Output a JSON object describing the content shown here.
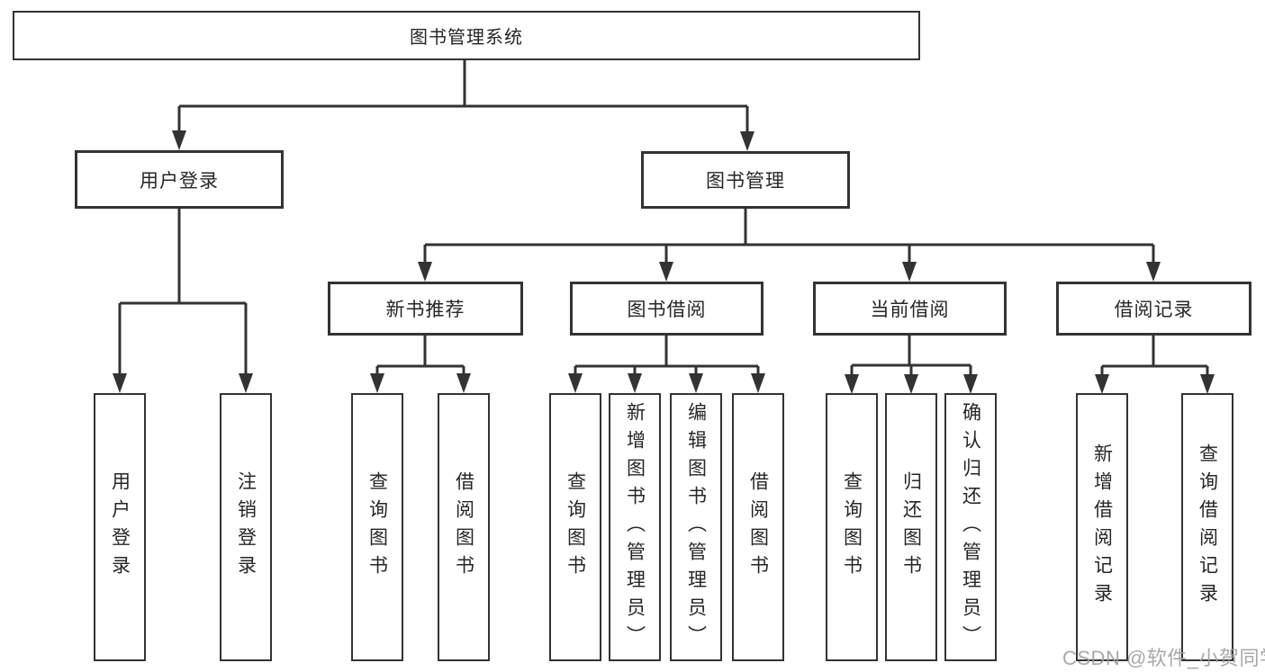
{
  "diagram": {
    "type": "hierarchy",
    "title": "图书管理系统",
    "children": [
      {
        "label": "用户登录",
        "children": [
          {
            "label": "用户登录"
          },
          {
            "label": "注销登录"
          }
        ]
      },
      {
        "label": "图书管理",
        "children": [
          {
            "label": "新书推荐",
            "children": [
              {
                "label": "查询图书"
              },
              {
                "label": "借阅图书"
              }
            ]
          },
          {
            "label": "图书借阅",
            "children": [
              {
                "label": "查询图书"
              },
              {
                "label": "新增图书（管理员）"
              },
              {
                "label": "编辑图书（管理员）"
              },
              {
                "label": "借阅图书"
              }
            ]
          },
          {
            "label": "当前借阅",
            "children": [
              {
                "label": "查询图书"
              },
              {
                "label": "归还图书"
              },
              {
                "label": "确认归还（管理员）"
              }
            ]
          },
          {
            "label": "借阅记录",
            "children": [
              {
                "label": "新增借阅记录"
              },
              {
                "label": "查询借阅记录"
              }
            ]
          }
        ]
      }
    ]
  },
  "watermark": {
    "text": "CSDN @软件_小贺同学"
  },
  "colors": {
    "line": "#333333",
    "box_border": "#333333",
    "text": "#262626",
    "background": "#ffffff",
    "watermark": "#9e9ea0"
  }
}
